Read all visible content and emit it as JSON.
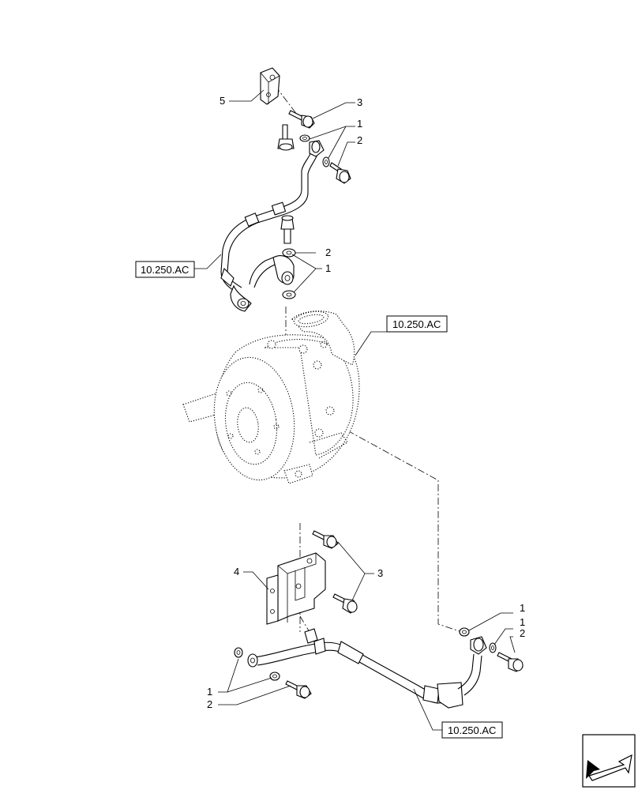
{
  "callouts": {
    "c5_top": "5",
    "c3_top": "3",
    "c1_top": "1",
    "c2_top": "2",
    "c2_mid": "2",
    "c1_mid": "1",
    "c4_low": "4",
    "c3_low": "3",
    "c1_right_a": "1",
    "c1_right_b": "1",
    "c2_right": "2",
    "c1_bottom": "1",
    "c2_bottom": "2"
  },
  "references": {
    "ref_left": "10.250.AC",
    "ref_turbo": "10.250.AC",
    "ref_bottom": "10.250.AC"
  },
  "nav_icon": "previous-page-arrow-icon"
}
